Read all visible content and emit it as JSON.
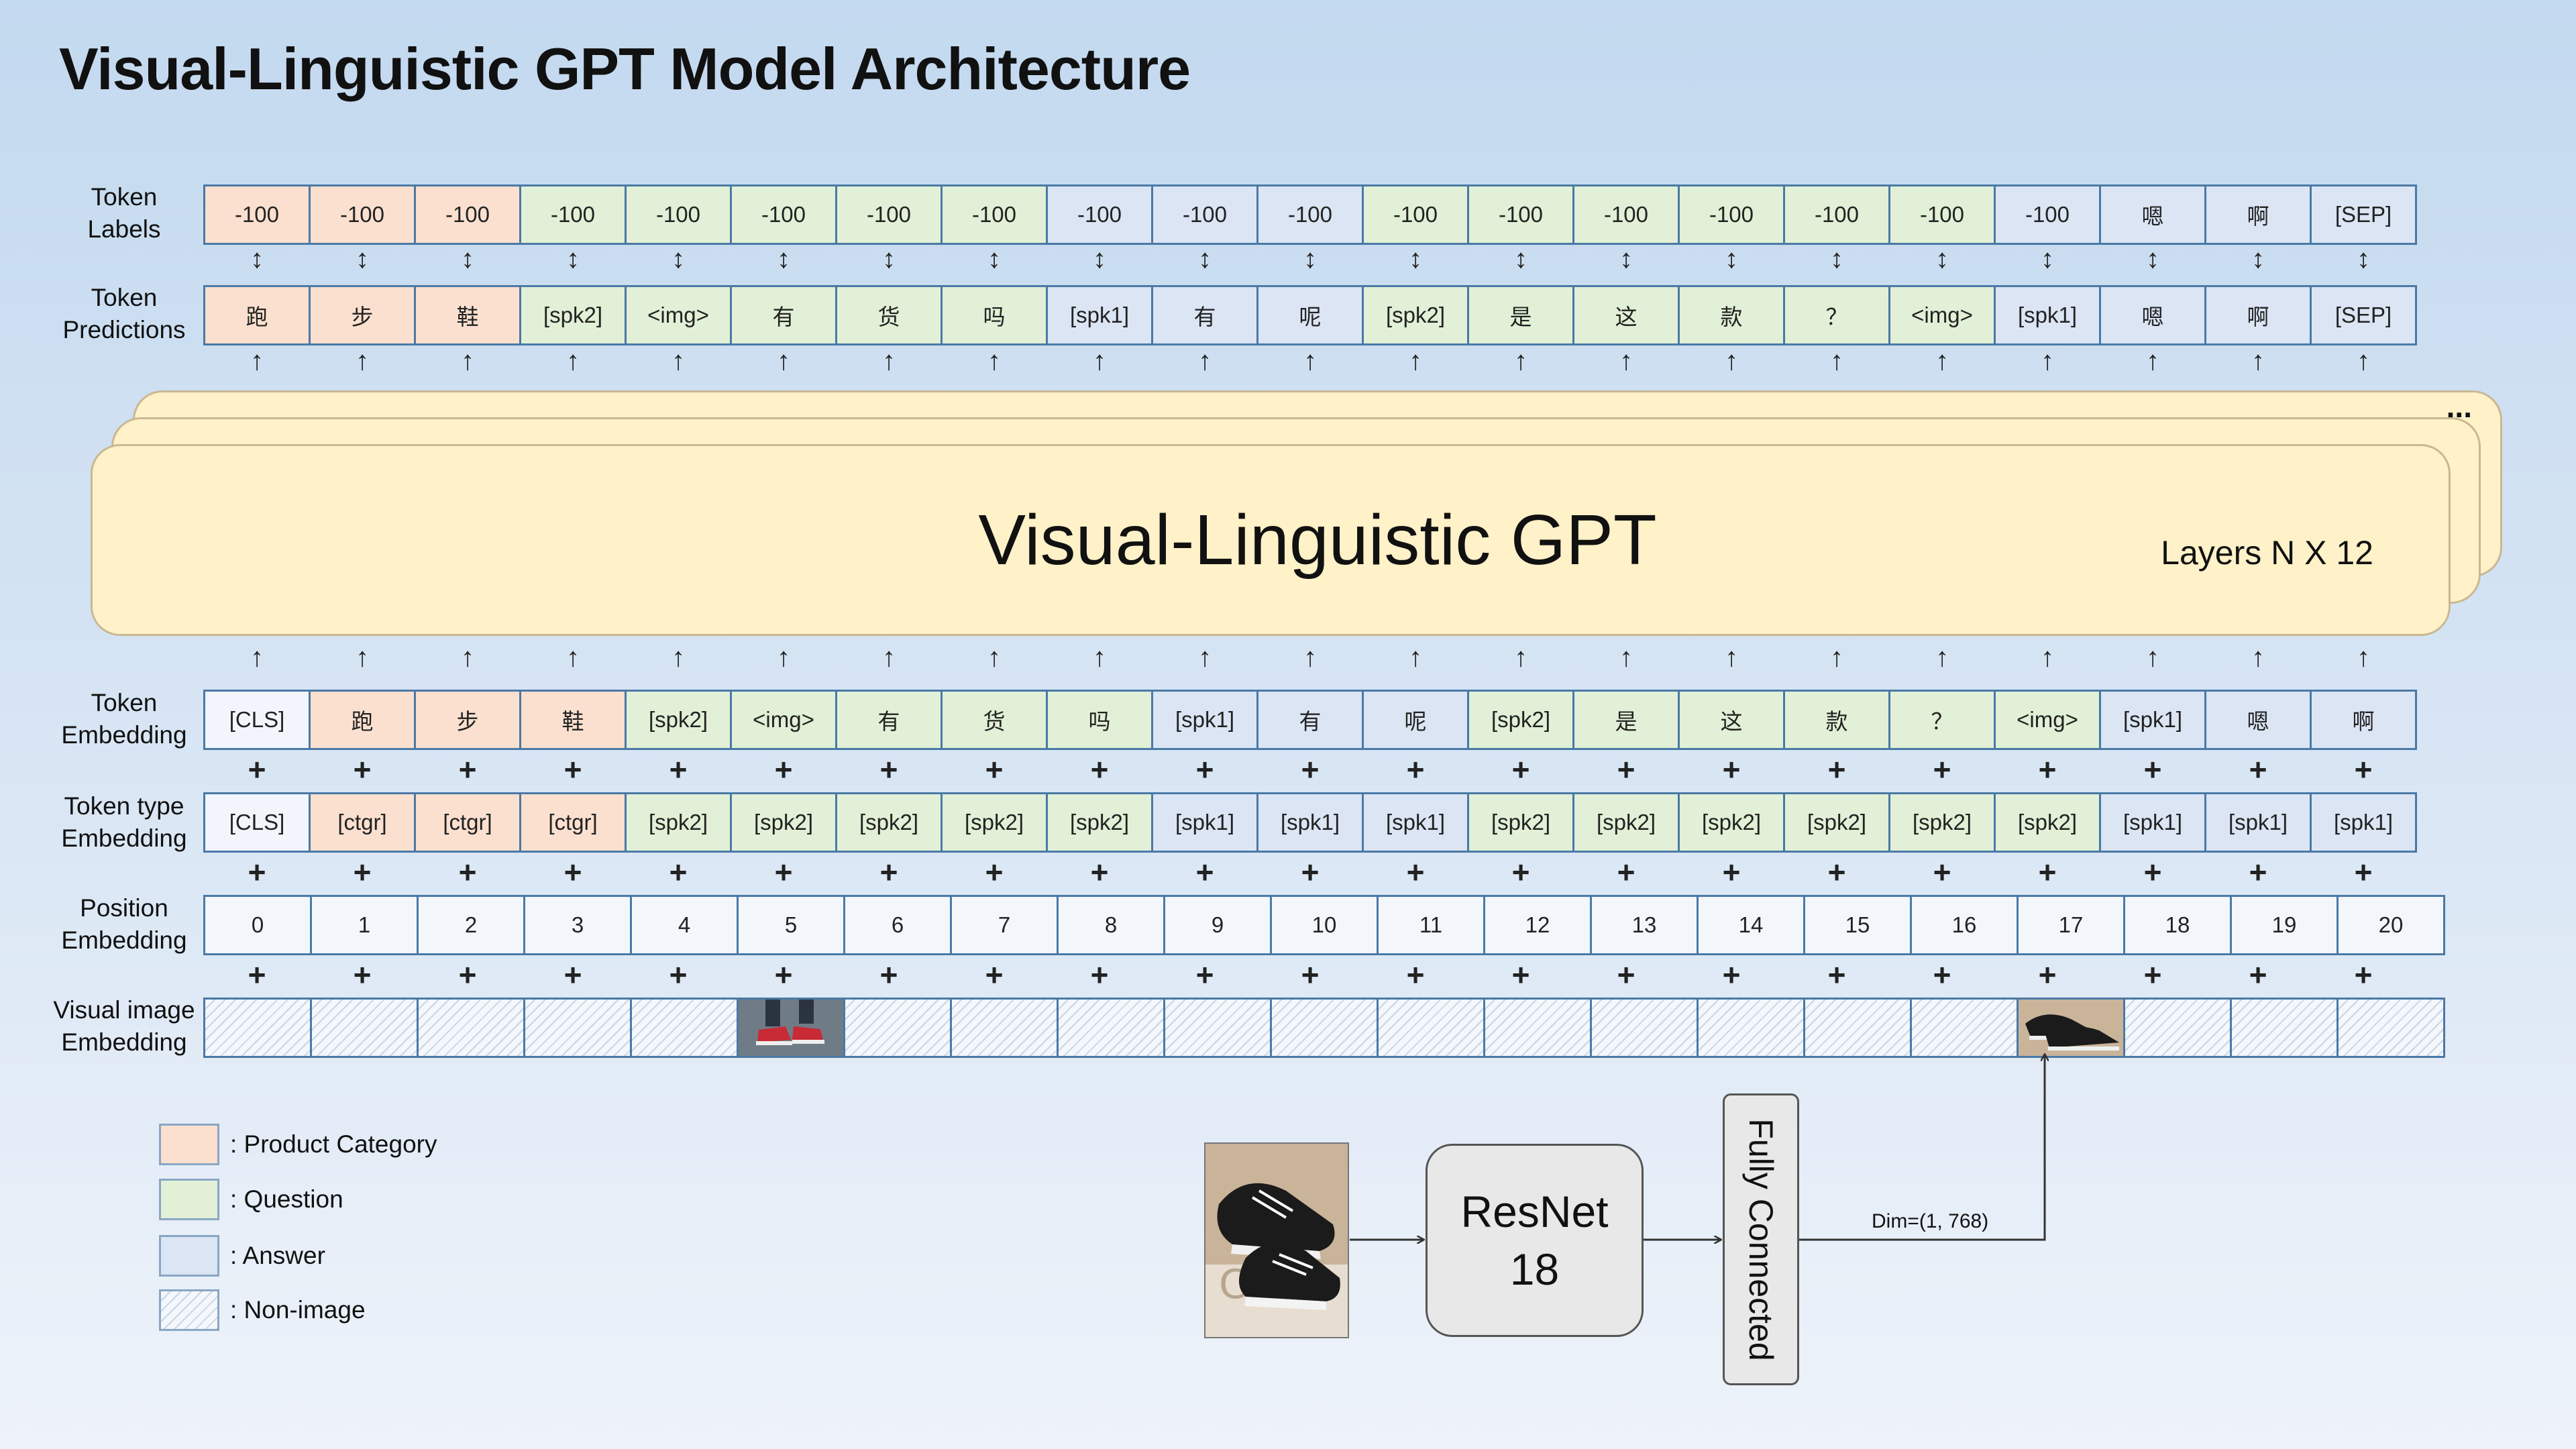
{
  "title": "Visual-Linguistic GPT Model Architecture",
  "rows": {
    "labels": {
      "label": [
        "Token",
        "Labels"
      ],
      "cells": [
        {
          "text": "-100",
          "cat": "cat"
        },
        {
          "text": "-100",
          "cat": "cat"
        },
        {
          "text": "-100",
          "cat": "cat"
        },
        {
          "text": "-100",
          "cat": "q"
        },
        {
          "text": "-100",
          "cat": "q"
        },
        {
          "text": "-100",
          "cat": "q"
        },
        {
          "text": "-100",
          "cat": "q"
        },
        {
          "text": "-100",
          "cat": "q"
        },
        {
          "text": "-100",
          "cat": "a"
        },
        {
          "text": "-100",
          "cat": "a"
        },
        {
          "text": "-100",
          "cat": "a"
        },
        {
          "text": "-100",
          "cat": "q"
        },
        {
          "text": "-100",
          "cat": "q"
        },
        {
          "text": "-100",
          "cat": "q"
        },
        {
          "text": "-100",
          "cat": "q"
        },
        {
          "text": "-100",
          "cat": "q"
        },
        {
          "text": "-100",
          "cat": "q"
        },
        {
          "text": "-100",
          "cat": "a"
        },
        {
          "text": "嗯",
          "cat": "a"
        },
        {
          "text": "啊",
          "cat": "a"
        },
        {
          "text": "[SEP]",
          "cat": "a"
        }
      ]
    },
    "predictions": {
      "label": [
        "Token",
        "Predictions"
      ],
      "cells": [
        {
          "text": "跑",
          "cat": "cat"
        },
        {
          "text": "步",
          "cat": "cat"
        },
        {
          "text": "鞋",
          "cat": "cat"
        },
        {
          "text": "[spk2]",
          "cat": "q"
        },
        {
          "text": "<img>",
          "cat": "q"
        },
        {
          "text": "有",
          "cat": "q"
        },
        {
          "text": "货",
          "cat": "q"
        },
        {
          "text": "吗",
          "cat": "q"
        },
        {
          "text": "[spk1]",
          "cat": "a"
        },
        {
          "text": "有",
          "cat": "a"
        },
        {
          "text": "呢",
          "cat": "a"
        },
        {
          "text": "[spk2]",
          "cat": "q"
        },
        {
          "text": "是",
          "cat": "q"
        },
        {
          "text": "这",
          "cat": "q"
        },
        {
          "text": "款",
          "cat": "q"
        },
        {
          "text": "？",
          "cat": "q"
        },
        {
          "text": "<img>",
          "cat": "q"
        },
        {
          "text": "[spk1]",
          "cat": "a"
        },
        {
          "text": "嗯",
          "cat": "a"
        },
        {
          "text": "啊",
          "cat": "a"
        },
        {
          "text": "[SEP]",
          "cat": "a"
        }
      ]
    },
    "token_embedding": {
      "label": [
        "Token",
        "Embedding"
      ],
      "cells": [
        {
          "text": "[CLS]",
          "cat": "n"
        },
        {
          "text": "跑",
          "cat": "cat"
        },
        {
          "text": "步",
          "cat": "cat"
        },
        {
          "text": "鞋",
          "cat": "cat"
        },
        {
          "text": "[spk2]",
          "cat": "q"
        },
        {
          "text": "<img>",
          "cat": "q"
        },
        {
          "text": "有",
          "cat": "q"
        },
        {
          "text": "货",
          "cat": "q"
        },
        {
          "text": "吗",
          "cat": "q"
        },
        {
          "text": "[spk1]",
          "cat": "a"
        },
        {
          "text": "有",
          "cat": "a"
        },
        {
          "text": "呢",
          "cat": "a"
        },
        {
          "text": "[spk2]",
          "cat": "q"
        },
        {
          "text": "是",
          "cat": "q"
        },
        {
          "text": "这",
          "cat": "q"
        },
        {
          "text": "款",
          "cat": "q"
        },
        {
          "text": "？",
          "cat": "q"
        },
        {
          "text": "<img>",
          "cat": "q"
        },
        {
          "text": "[spk1]",
          "cat": "a"
        },
        {
          "text": "嗯",
          "cat": "a"
        },
        {
          "text": "啊",
          "cat": "a"
        }
      ]
    },
    "type_embedding": {
      "label": [
        "Token type",
        "Embedding"
      ],
      "cells": [
        {
          "text": "[CLS]",
          "cat": "n"
        },
        {
          "text": "[ctgr]",
          "cat": "cat"
        },
        {
          "text": "[ctgr]",
          "cat": "cat"
        },
        {
          "text": "[ctgr]",
          "cat": "cat"
        },
        {
          "text": "[spk2]",
          "cat": "q"
        },
        {
          "text": "[spk2]",
          "cat": "q"
        },
        {
          "text": "[spk2]",
          "cat": "q"
        },
        {
          "text": "[spk2]",
          "cat": "q"
        },
        {
          "text": "[spk2]",
          "cat": "q"
        },
        {
          "text": "[spk1]",
          "cat": "a"
        },
        {
          "text": "[spk1]",
          "cat": "a"
        },
        {
          "text": "[spk1]",
          "cat": "a"
        },
        {
          "text": "[spk2]",
          "cat": "q"
        },
        {
          "text": "[spk2]",
          "cat": "q"
        },
        {
          "text": "[spk2]",
          "cat": "q"
        },
        {
          "text": "[spk2]",
          "cat": "q"
        },
        {
          "text": "[spk2]",
          "cat": "q"
        },
        {
          "text": "[spk2]",
          "cat": "q"
        },
        {
          "text": "[spk1]",
          "cat": "a"
        },
        {
          "text": "[spk1]",
          "cat": "a"
        },
        {
          "text": "[spk1]",
          "cat": "a"
        }
      ]
    },
    "position_embedding": {
      "label": [
        "Position",
        "Embedding"
      ],
      "cells": [
        "0",
        "1",
        "2",
        "3",
        "4",
        "5",
        "6",
        "7",
        "8",
        "9",
        "10",
        "11",
        "12",
        "13",
        "14",
        "15",
        "16",
        "17",
        "18",
        "19",
        "20"
      ]
    },
    "visual_embedding": {
      "label": [
        "Visual image",
        "Embedding"
      ],
      "image_positions": [
        5,
        17
      ]
    }
  },
  "gpt": {
    "title": "Visual-Linguistic GPT",
    "layers": "Layers  N X 12",
    "more": "..."
  },
  "legend": [
    {
      "cat": "cat",
      "label": ": Product Category"
    },
    {
      "cat": "q",
      "label": ": Question"
    },
    {
      "cat": "a",
      "label": ": Answer"
    },
    {
      "cat": "hatch",
      "label": ": Non-image"
    }
  ],
  "pipeline": {
    "resnet": [
      "ResNet",
      "18"
    ],
    "fc": "Fully Connected",
    "dim": "Dim=(1, 768)"
  },
  "symbols": {
    "bidir": "↕",
    "up": "↑",
    "plus": "+"
  },
  "colors": {
    "category": "#fbe0cf",
    "question": "#e1f0d6",
    "answer": "#dbe5f4",
    "gpt": "#fff1c8",
    "border": "#4a79a6"
  }
}
